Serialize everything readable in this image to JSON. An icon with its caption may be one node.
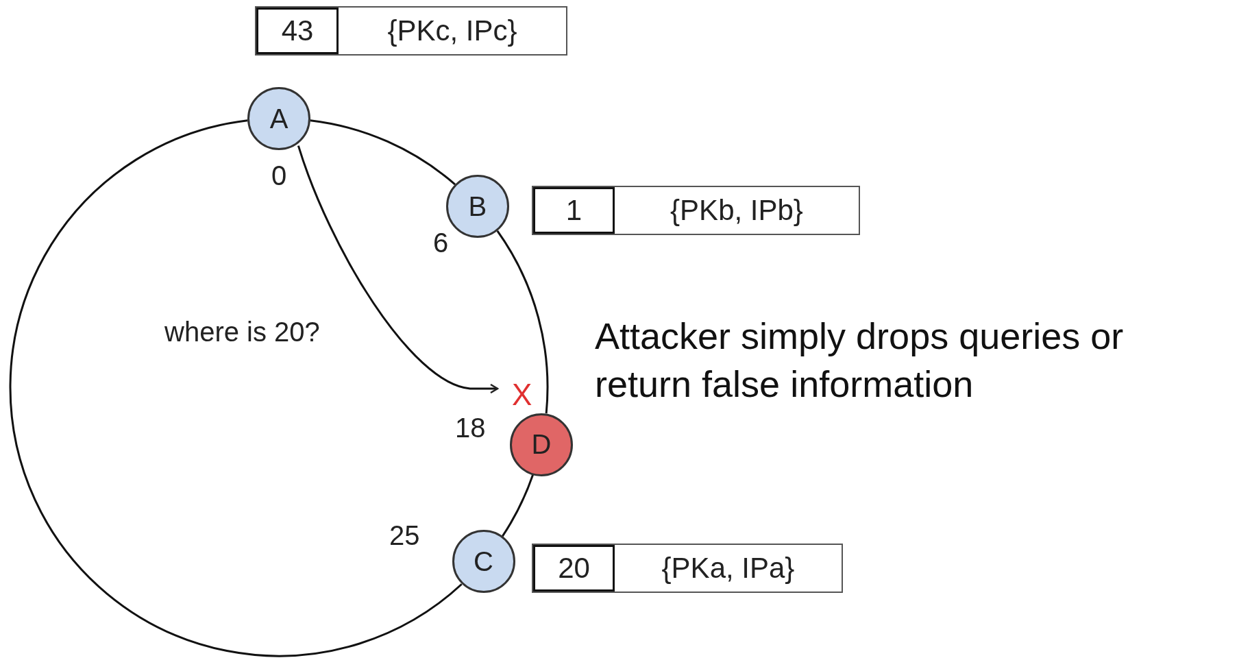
{
  "diagram": {
    "nodes": [
      {
        "text": [
          "43",
          "{PKc, IPc}"
        ]
      },
      {
        "text": [
          "A"
        ],
        "beside": [
          "0"
        ]
      },
      {
        "text": [
          "B"
        ],
        "beside": [
          "6"
        ]
      },
      {
        "text": [
          "1",
          "{PKb, IPb}"
        ]
      },
      {
        "text": [
          "D"
        ],
        "beside": [
          "18"
        ]
      },
      {
        "text": [
          "C"
        ],
        "beside": [
          "25"
        ]
      },
      {
        "text": [
          "20",
          "{PKa, IPa}"
        ]
      }
    ],
    "edges": [
      {
        "from": 1,
        "to": 2,
        "arrow": "none"
      },
      {
        "from": 2,
        "to": 4,
        "arrow": "none"
      },
      {
        "from": 4,
        "to": 5,
        "arrow": "none"
      },
      {
        "from": 5,
        "to": 1,
        "arrow": "none"
      },
      {
        "from": 1,
        "to": 4,
        "arrow": "to"
      }
    ],
    "labels": [
      "where is 20?",
      "X",
      "Attacker simply drops queries or return false information"
    ]
  }
}
